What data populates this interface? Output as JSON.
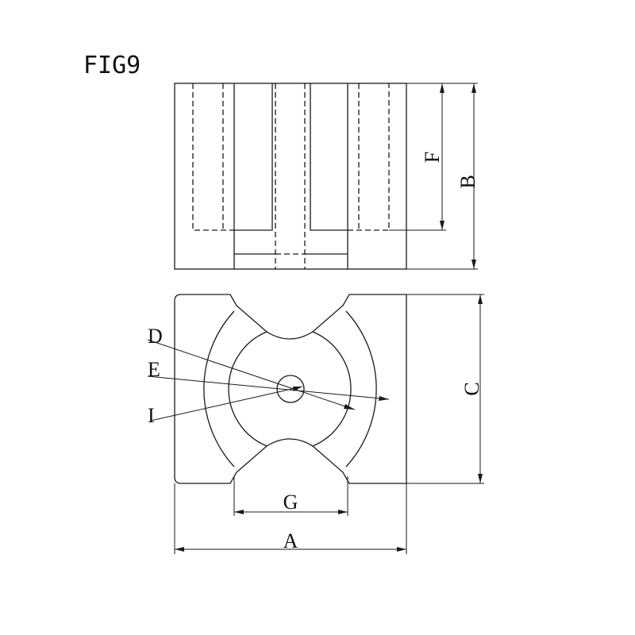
{
  "figure": {
    "title": "FIG9"
  },
  "dimensions": {
    "A": "A",
    "B": "B",
    "C": "C",
    "D": "D",
    "E": "E",
    "F": "F",
    "G": "G",
    "I": "I"
  }
}
